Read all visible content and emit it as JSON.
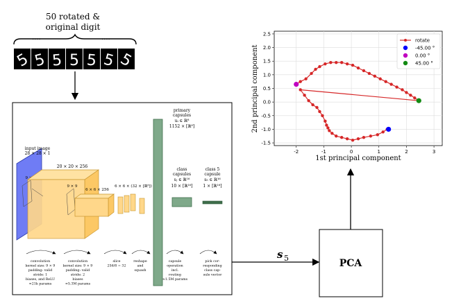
{
  "digits_caption_line1": "50 rotated &",
  "digits_caption_line2": "original digit",
  "ellipsis": "····",
  "digit_glyph": "5",
  "digit_count_shown": 7,
  "net": {
    "input_label": "input image",
    "input_size": "28 × 28 × 1",
    "kernel1": "9 × 9",
    "conv1_size": "20 × 20 × 256",
    "kernel2": "9 × 9",
    "conv2_size": "6 × 6 × 256",
    "reshape_size": "6 × 6 × (32 × [ℝ⁸])",
    "primary_caps": [
      "primary",
      "capsules",
      "uᵢ ∈ ℝ⁸",
      "1152 × [ℝ⁸]"
    ],
    "class_caps": [
      "class",
      "capsules",
      "sⱼ ∈ ℝ¹⁶",
      "10 × [ℝ¹⁶]"
    ],
    "class5_caps": [
      "class 5",
      "capsule",
      "s₅ ∈ ℝ¹⁶",
      "1 × [ℝ¹⁶]"
    ],
    "annotations": [
      [
        "convolution",
        "kernel size: 9 × 9",
        "padding: valid",
        "stride: 1",
        "biases, and ReLU",
        "≈21k params"
      ],
      [
        "convolution",
        "kernel size: 9 × 9",
        "padding: valid",
        "stride: 2",
        "biases",
        "≈5.3M params"
      ],
      [
        "slice",
        "256/8 = 32"
      ],
      [
        "reshape",
        "and",
        "squash"
      ],
      [
        "capsule",
        "operation",
        "incl.",
        "routing",
        "≈1.5M params"
      ],
      [
        "pick cor-",
        "responding",
        "class cap-",
        "sule vector"
      ]
    ]
  },
  "s5_label": "s",
  "s5_sub": "5",
  "pca_label": "PCA",
  "chart_data": {
    "type": "scatter",
    "xlabel": "1st principal component",
    "ylabel": "2nd principal component",
    "xlim": [
      -2.8,
      3.3
    ],
    "ylim": [
      -1.6,
      2.6
    ],
    "xticks": [
      -2,
      -1,
      0,
      1,
      2,
      3
    ],
    "yticks": [
      -1.5,
      -1.0,
      -0.5,
      0.0,
      0.5,
      1.0,
      1.5,
      2.0,
      2.5
    ],
    "grid": true,
    "legend_position": "top-right",
    "series": [
      {
        "name": "rotate",
        "color": "#d62728",
        "x": [
          -2.0,
          -1.85,
          -1.65,
          -1.45,
          -1.3,
          -1.15,
          -0.95,
          -0.75,
          -0.55,
          -0.35,
          -0.15,
          0.05,
          0.25,
          0.45,
          0.65,
          0.85,
          1.05,
          1.25,
          1.45,
          1.65,
          1.85,
          2.0,
          2.15,
          2.3,
          2.45,
          -1.85,
          -1.7,
          -1.55,
          -1.4,
          -1.25,
          -1.15,
          -1.05,
          -0.95,
          -0.9,
          -0.85,
          -0.8,
          -0.7,
          -0.55,
          -0.35,
          -0.15,
          0.05,
          0.25,
          0.45,
          0.7,
          0.95,
          1.15,
          1.3
        ],
        "y": [
          0.65,
          0.75,
          0.85,
          1.05,
          1.2,
          1.3,
          1.4,
          1.45,
          1.45,
          1.45,
          1.4,
          1.35,
          1.25,
          1.15,
          1.05,
          0.95,
          0.85,
          0.75,
          0.65,
          0.55,
          0.45,
          0.35,
          0.25,
          0.15,
          0.05,
          0.45,
          0.25,
          0.05,
          -0.1,
          -0.2,
          -0.35,
          -0.5,
          -0.7,
          -0.85,
          -0.95,
          -1.05,
          -1.15,
          -1.25,
          -1.3,
          -1.35,
          -1.4,
          -1.35,
          -1.3,
          -1.25,
          -1.2,
          -1.1,
          -1.0
        ]
      },
      {
        "name": "-45.00 °",
        "color": "#0000ff",
        "x": [
          1.35
        ],
        "y": [
          -1.0
        ]
      },
      {
        "name": "0.00 °",
        "color": "#c000c0",
        "x": [
          -2.0
        ],
        "y": [
          0.65
        ]
      },
      {
        "name": "45.00 °",
        "color": "#138a13",
        "x": [
          2.45
        ],
        "y": [
          0.05
        ]
      }
    ]
  }
}
